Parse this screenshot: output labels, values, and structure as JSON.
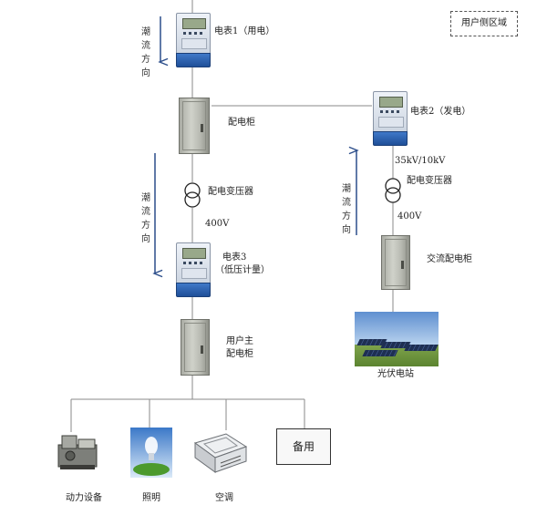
{
  "zone_label": "用户侧区域",
  "meter1_label": "电表1（用电）",
  "meter2_label": "电表2（发电）",
  "meter3_label_line1": "电表3",
  "meter3_label_line2": "（低压计量）",
  "cabinet_label": "配电柜",
  "transformer_label_left": "配电变压器",
  "transformer_label_right": "配电变压器",
  "voltage_left": "400V",
  "voltage_right_high": "35kV/10kV",
  "voltage_right_low": "400V",
  "ac_cabinet_label": "交流配电柜",
  "solar_label": "光伏电站",
  "user_main_cabinet_line1": "用户主",
  "user_main_cabinet_line2": "配电柜",
  "flow_direction": [
    "潮",
    "流",
    "方",
    "向"
  ],
  "loads": {
    "power_equipment": "动力设备",
    "lighting": "照明",
    "air_conditioning": "空调",
    "spare": "备用"
  },
  "colors": {
    "line": "#7a7a7a",
    "arrow": "#2b4d8a",
    "meter_base": "#2a5fae"
  },
  "icons": [
    "meter-icon",
    "cabinet-icon",
    "transformer-icon",
    "solar-panel-icon",
    "generator-icon",
    "lighting-icon",
    "air-conditioner-icon"
  ]
}
